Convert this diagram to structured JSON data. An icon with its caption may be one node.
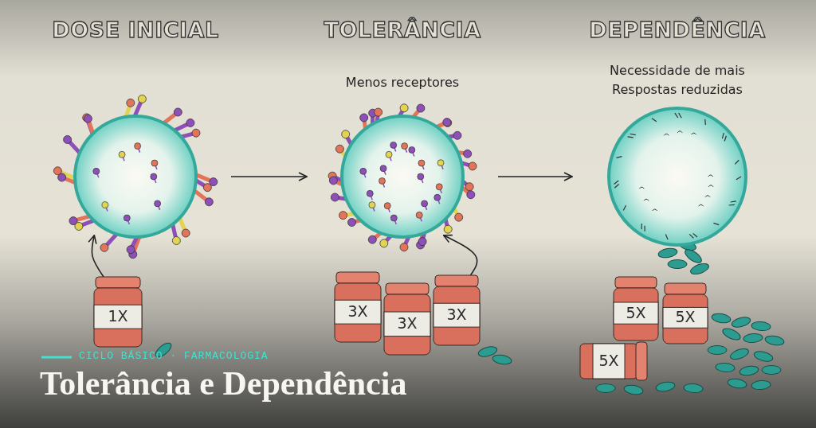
{
  "diagram": {
    "title": "Tolerância e Dependência",
    "nodes": [
      {
        "text": [
          "DOSE INICIAL"
        ]
      },
      {
        "text": [
          "TOLERÂNCIA",
          "Menos receptores"
        ]
      },
      {
        "text": [
          "DEPENDÊNCIA",
          "Necessidade de mais Respostas reduzidas"
        ]
      },
      {
        "text": [
          "1X"
        ]
      },
      {
        "text": [
          "3X"
        ]
      },
      {
        "text": [
          "3X"
        ]
      },
      {
        "text": [
          "3X"
        ]
      },
      {
        "text": [
          "5X"
        ]
      },
      {
        "text": [
          "5X"
        ]
      },
      {
        "text": [
          "5X"
        ]
      }
    ],
    "edges": [
      {
        "from": 0,
        "to": 1,
        "arrow": "to"
      },
      {
        "from": 1,
        "to": 2,
        "arrow": "to"
      },
      {
        "from": 3,
        "to": 0,
        "arrow": "to"
      },
      {
        "from": 6,
        "to": 1,
        "arrow": "to"
      }
    ],
    "labels": [
      "CICLO BÁSICO · FARMACOLOGIA"
    ]
  }
}
